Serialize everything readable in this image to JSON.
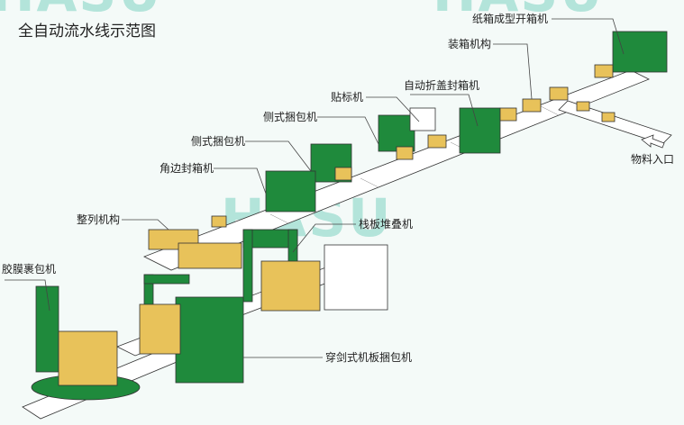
{
  "title": "全自动流水线示范图",
  "watermark": "HASU",
  "labels": {
    "carton_erector": "纸箱成型开箱机",
    "case_packer": "装箱机构",
    "flap_sealer": "自动折盖封箱机",
    "labeler": "贴标机",
    "side_strapper_2": "侧式捆包机",
    "side_strapper_1": "侧式捆包机",
    "corner_sealer": "角边封箱机",
    "aligner": "整列机构",
    "pallet_stacker": "栈板堆叠机",
    "stretch_wrapper": "胶膜裹包机",
    "pallet_strapper": "穿剑式机板捆包机",
    "material_inlet": "物料入口"
  },
  "colors": {
    "machine": "#1f8a3c",
    "box": "#e8c25a",
    "frame": "#ffffff",
    "watermark": "#7fd3c2"
  }
}
